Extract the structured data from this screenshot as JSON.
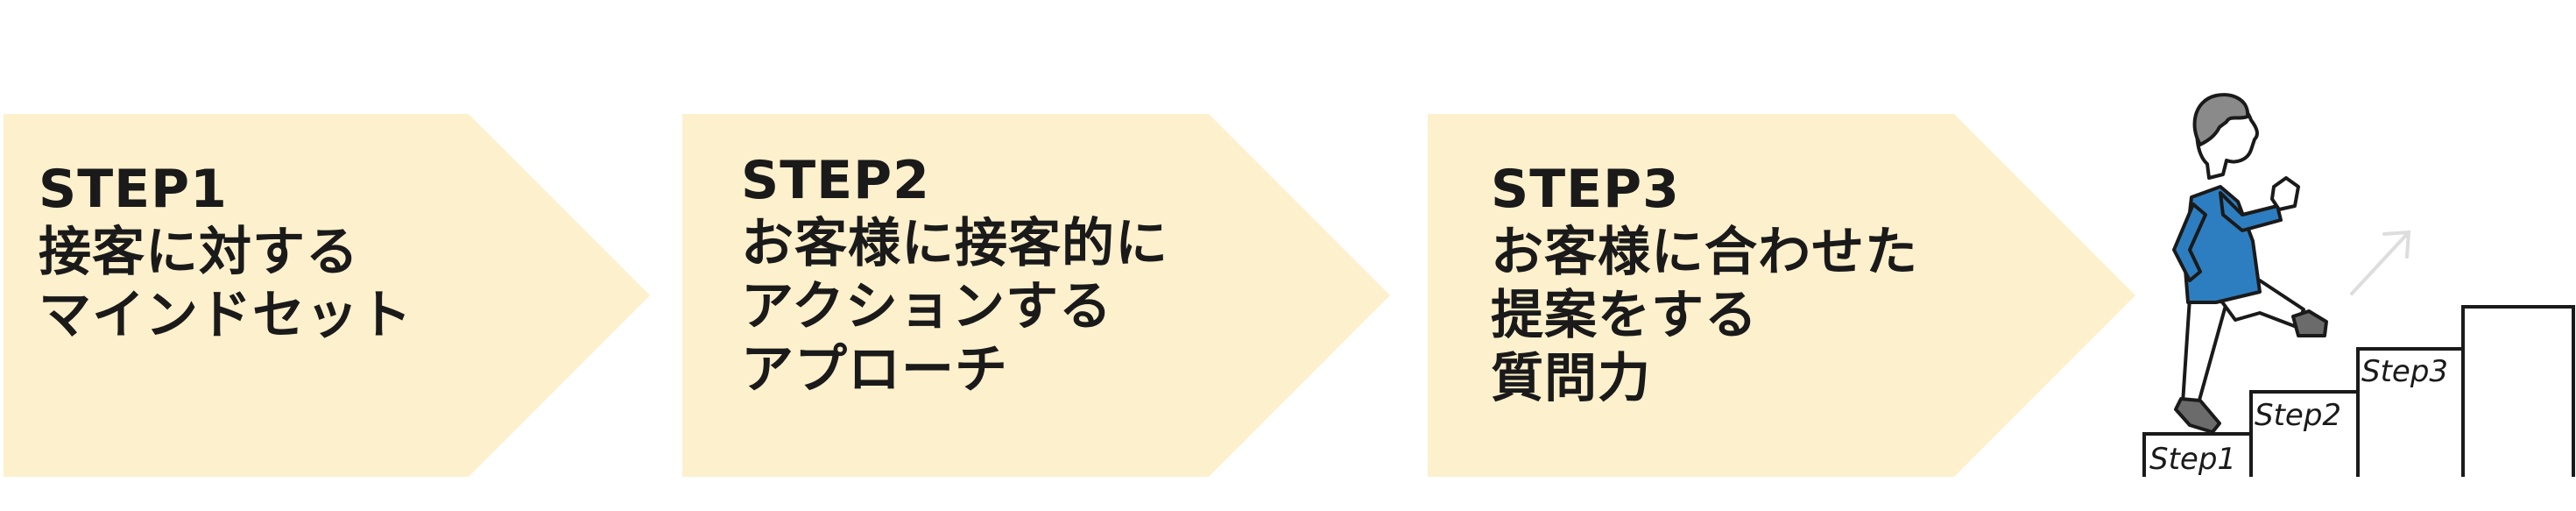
{
  "colors": {
    "chevron_fill": "#fdf0cc",
    "text": "#1a1a1a",
    "stair_stroke": "#1a1a1a",
    "shirt": "#2d7ec0",
    "hair": "#8a8a8a",
    "shoe": "#6b6b6b"
  },
  "steps": [
    {
      "lines": [
        "STEP1",
        "接客に対する",
        "マインドセット"
      ]
    },
    {
      "lines": [
        "STEP2",
        "お客様に接客的に",
        "アクションする",
        "アプローチ"
      ]
    },
    {
      "lines": [
        "STEP3",
        "お客様に合わせた",
        "提案をする",
        "質問力"
      ]
    }
  ],
  "illustration": {
    "icon": "person-climbing-stairs-icon",
    "stair_labels": [
      "Step1",
      "Step2",
      "Step3"
    ]
  }
}
